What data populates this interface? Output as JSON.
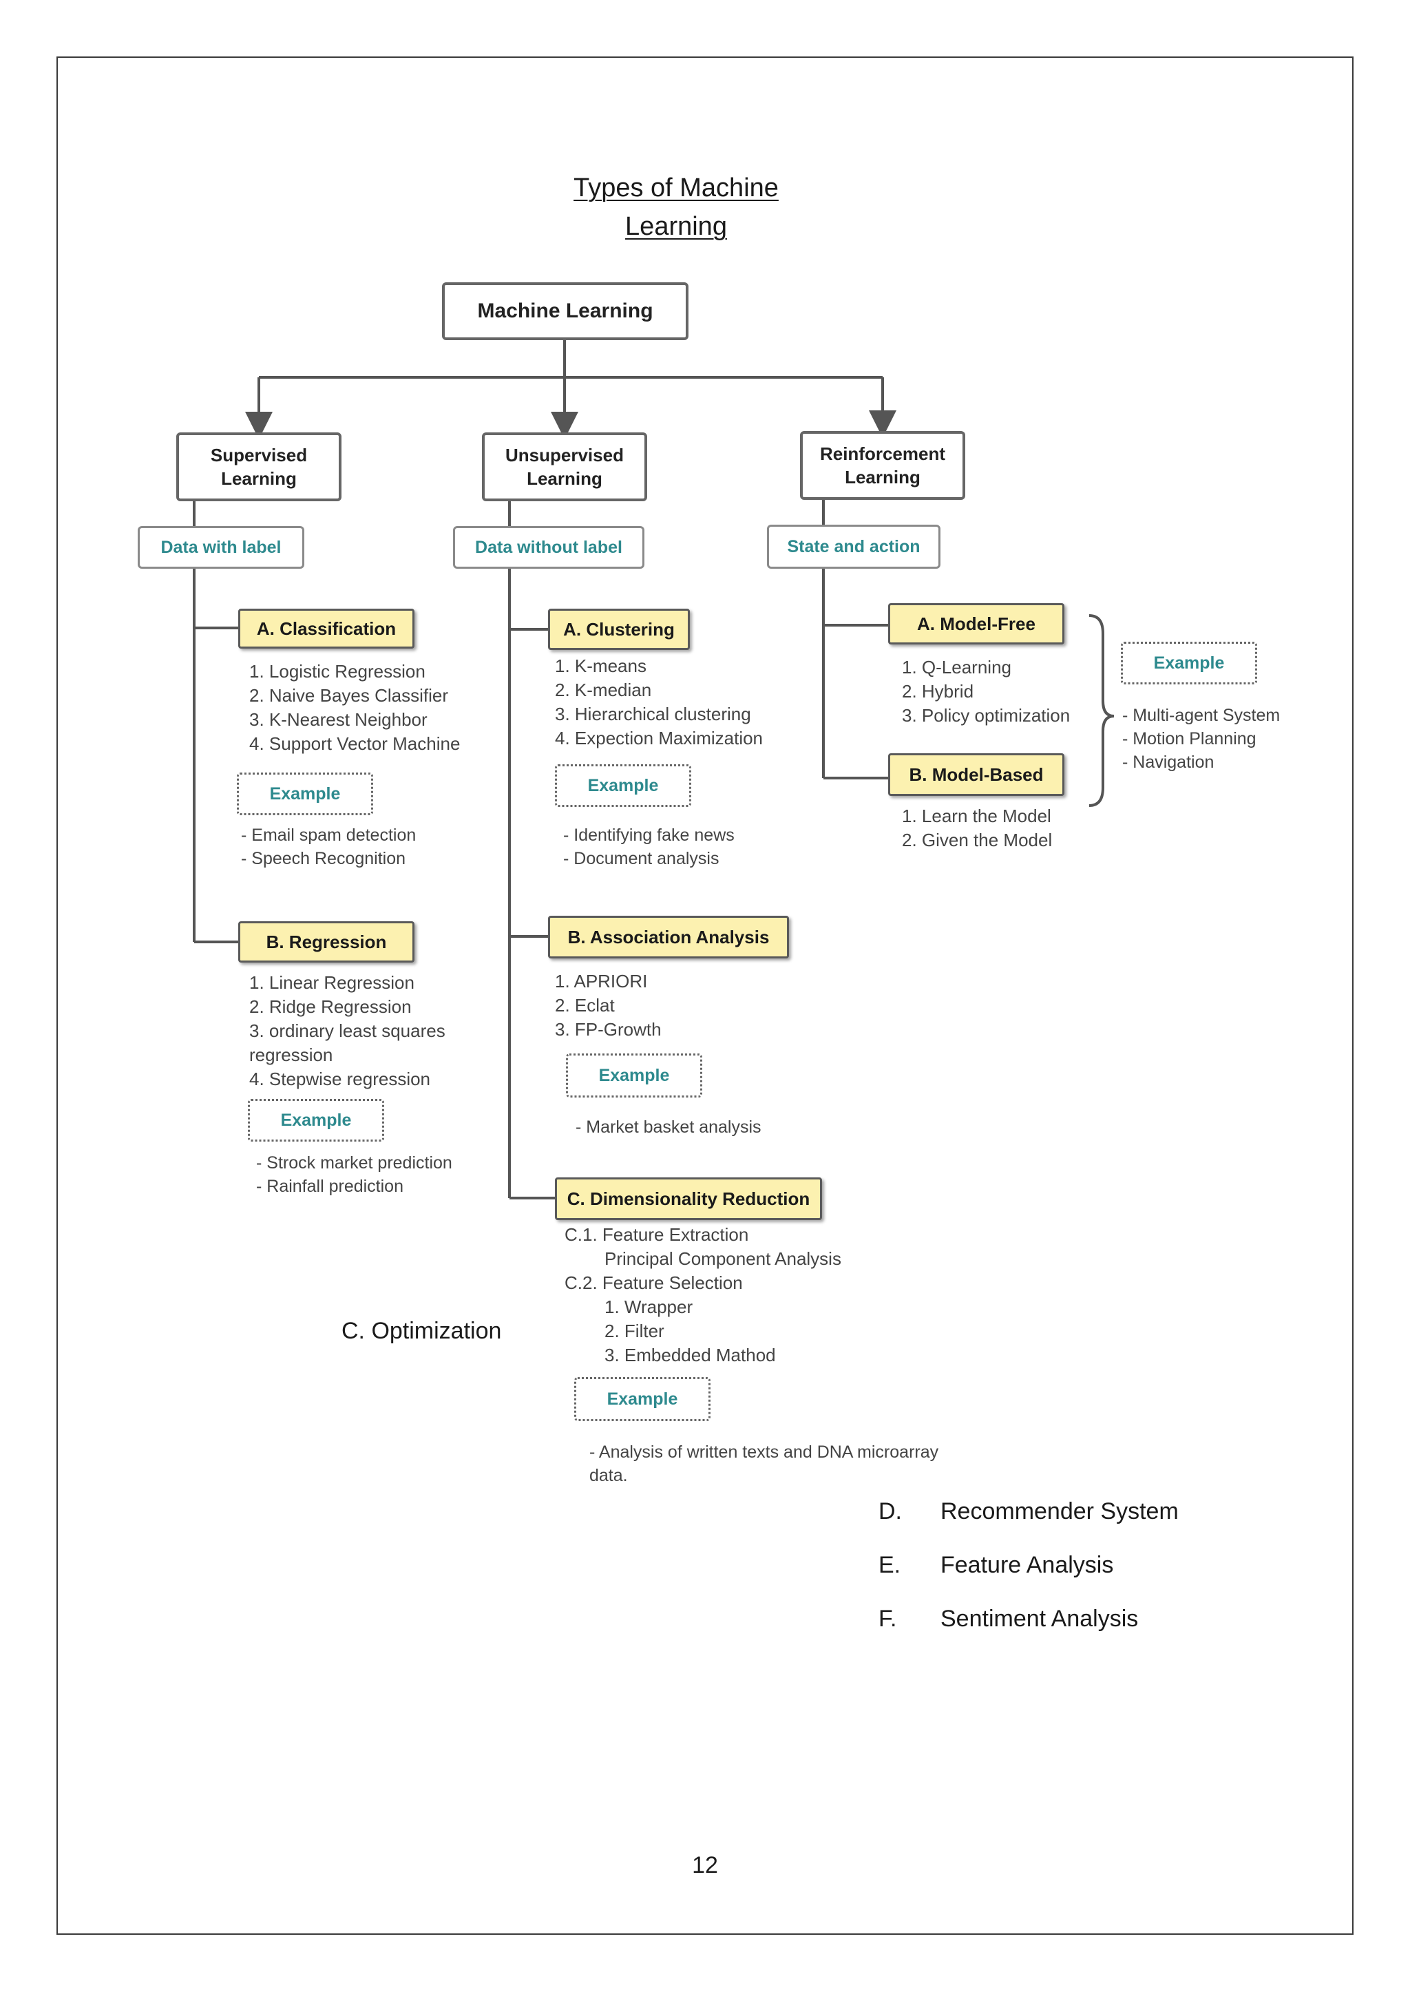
{
  "title": {
    "line1": "Types of Machine",
    "line2": "Learning"
  },
  "root": "Machine Learning",
  "branches": {
    "supervised": {
      "label": "Supervised Learning",
      "tag": "Data with label",
      "classification": {
        "title": "A. Classification",
        "items": [
          "1. Logistic Regression",
          "2. Naive Bayes Classifier",
          "3. K-Nearest Neighbor",
          "4. Support Vector Machine"
        ],
        "example_label": "Example",
        "examples": [
          "- Email spam detection",
          "- Speech Recognition"
        ]
      },
      "regression": {
        "title": "B. Regression",
        "items": [
          "1. Linear Regression",
          "2. Ridge Regression",
          "3. ordinary least squares",
          "regression",
          "4. Stepwise regression"
        ],
        "example_label": "Example",
        "examples": [
          "- Strock market prediction",
          "- Rainfall prediction"
        ]
      }
    },
    "unsupervised": {
      "label": "Unsupervised Learning",
      "tag": "Data without label",
      "clustering": {
        "title": "A. Clustering",
        "items": [
          "1. K-means",
          "2. K-median",
          "3. Hierarchical clustering",
          "4. Expection Maximization"
        ],
        "example_label": "Example",
        "examples": [
          "- Identifying fake news",
          "- Document analysis"
        ]
      },
      "association": {
        "title": "B. Association Analysis",
        "items": [
          "1. APRIORI",
          "2. Eclat",
          "3. FP-Growth"
        ],
        "example_label": "Example",
        "examples": [
          "- Market basket analysis"
        ]
      },
      "dimensionality": {
        "title": "C. Dimensionality Reduction",
        "items": [
          "C.1.  Feature Extraction",
          "Principal Component Analysis",
          "C.2. Feature Selection",
          "1. Wrapper",
          "2. Filter",
          "3. Embedded Mathod"
        ],
        "example_label": "Example",
        "examples": [
          "- Analysis of written texts and DNA microarray",
          "data."
        ]
      }
    },
    "reinforcement": {
      "label": "Reinforcement Learning",
      "tag": "State and action",
      "model_free": {
        "title": "A. Model-Free",
        "items": [
          "1. Q-Learning",
          "2. Hybrid",
          "3. Policy optimization"
        ]
      },
      "model_based": {
        "title": "B. Model-Based",
        "items": [
          "1. Learn the Model",
          "2. Given the Model"
        ]
      },
      "example_label": "Example",
      "examples": [
        "- Multi-agent System",
        "- Motion Planning",
        "- Navigation"
      ]
    }
  },
  "optimization": "C. Optimization",
  "extra_list": [
    {
      "letter": "D.",
      "label": "Recommender System"
    },
    {
      "letter": "E.",
      "label": "Feature Analysis"
    },
    {
      "letter": "F.",
      "label": "Sentiment Analysis"
    }
  ],
  "page_number": "12",
  "colors": {
    "accent_teal": "#2e8a8e",
    "box_yellow": "#fcf1b0",
    "line_gray": "#555555"
  }
}
